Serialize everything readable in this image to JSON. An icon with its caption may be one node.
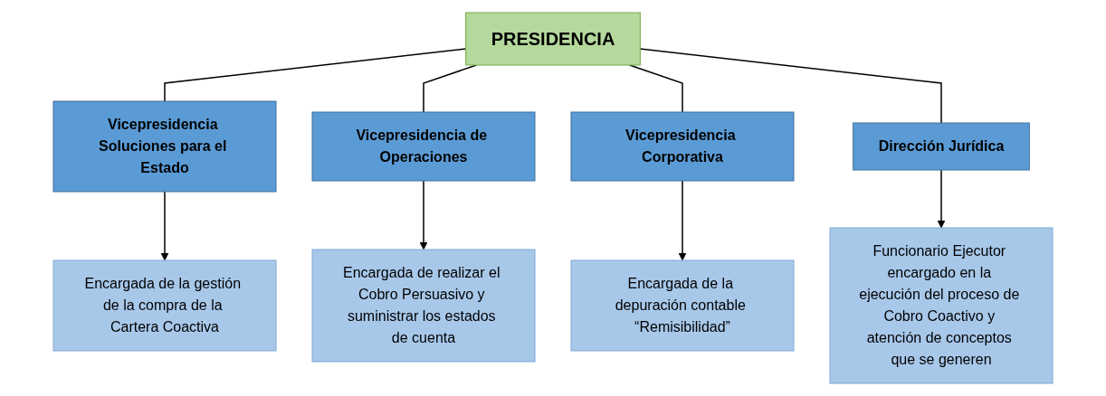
{
  "diagram": {
    "nodes": [
      {
        "text": [
          "PRESIDENCIA"
        ]
      },
      {
        "text": [
          "Vicepresidencia Soluciones para el Estado"
        ]
      },
      {
        "text": [
          "Vicepresidencia de Operaciones"
        ]
      },
      {
        "text": [
          "Vicepresidencia Corporativa"
        ]
      },
      {
        "text": [
          "Dirección Jurídica"
        ]
      },
      {
        "text": [
          "Encargada de la gestión de la compra de la Cartera Coactiva"
        ]
      },
      {
        "text": [
          "Encargada de realizar el Cobro Persuasivo y suministrar los estados de cuenta"
        ]
      },
      {
        "text": [
          "Encargada de la depuración contable “Remisibilidad”"
        ]
      },
      {
        "text": [
          "Funcionario Ejecutor encargado en la ejecución del proceso de Cobro Coactivo y atención de conceptos que se generen"
        ]
      }
    ],
    "edges": [
      {
        "from": 0,
        "to": 1,
        "arrow": "none"
      },
      {
        "from": 0,
        "to": 2,
        "arrow": "none"
      },
      {
        "from": 0,
        "to": 3,
        "arrow": "none"
      },
      {
        "from": 0,
        "to": 4,
        "arrow": "none"
      },
      {
        "from": 1,
        "to": 5,
        "arrow": "to"
      },
      {
        "from": 2,
        "to": 6,
        "arrow": "to"
      },
      {
        "from": 3,
        "to": 7,
        "arrow": "to"
      },
      {
        "from": 4,
        "to": 8,
        "arrow": "to"
      }
    ]
  }
}
